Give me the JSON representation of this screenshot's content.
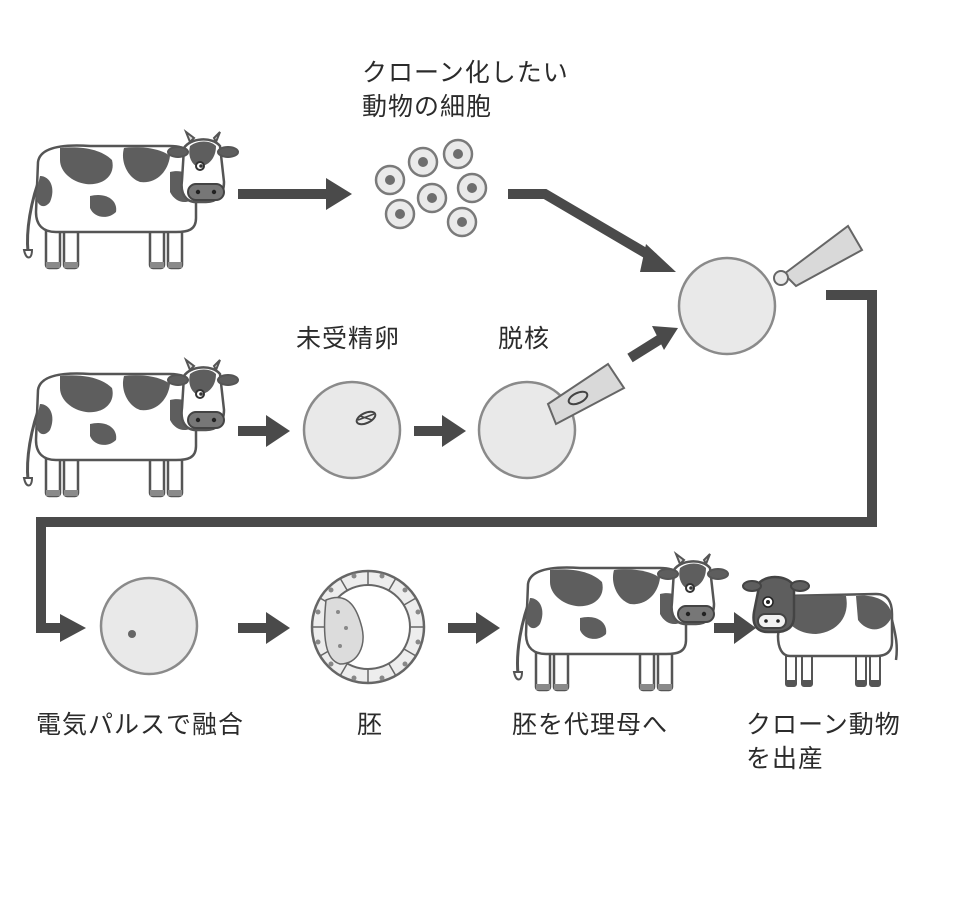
{
  "labels": {
    "somatic_cells": [
      "クローン化したい",
      "動物の細胞"
    ],
    "unfertilized_egg": "未受精卵",
    "enucleation": "脱核",
    "fusion": "電気パルスで融合",
    "embryo": "胚",
    "surrogate": "胚を代理母へ",
    "clone_birth": [
      "クローン動物",
      "を出産"
    ]
  },
  "colors": {
    "arrow": "#4a4a4a",
    "cell_fill": "#e9e9e9",
    "cell_stroke": "#9a9a9a",
    "cow_spot": "#5e5e5e",
    "cow_body": "#ffffff",
    "nucleus": "#6e6e6e"
  },
  "icons": [
    "cow-icon",
    "calf-icon",
    "pipette-icon",
    "cell-icon",
    "embryo-icon"
  ]
}
